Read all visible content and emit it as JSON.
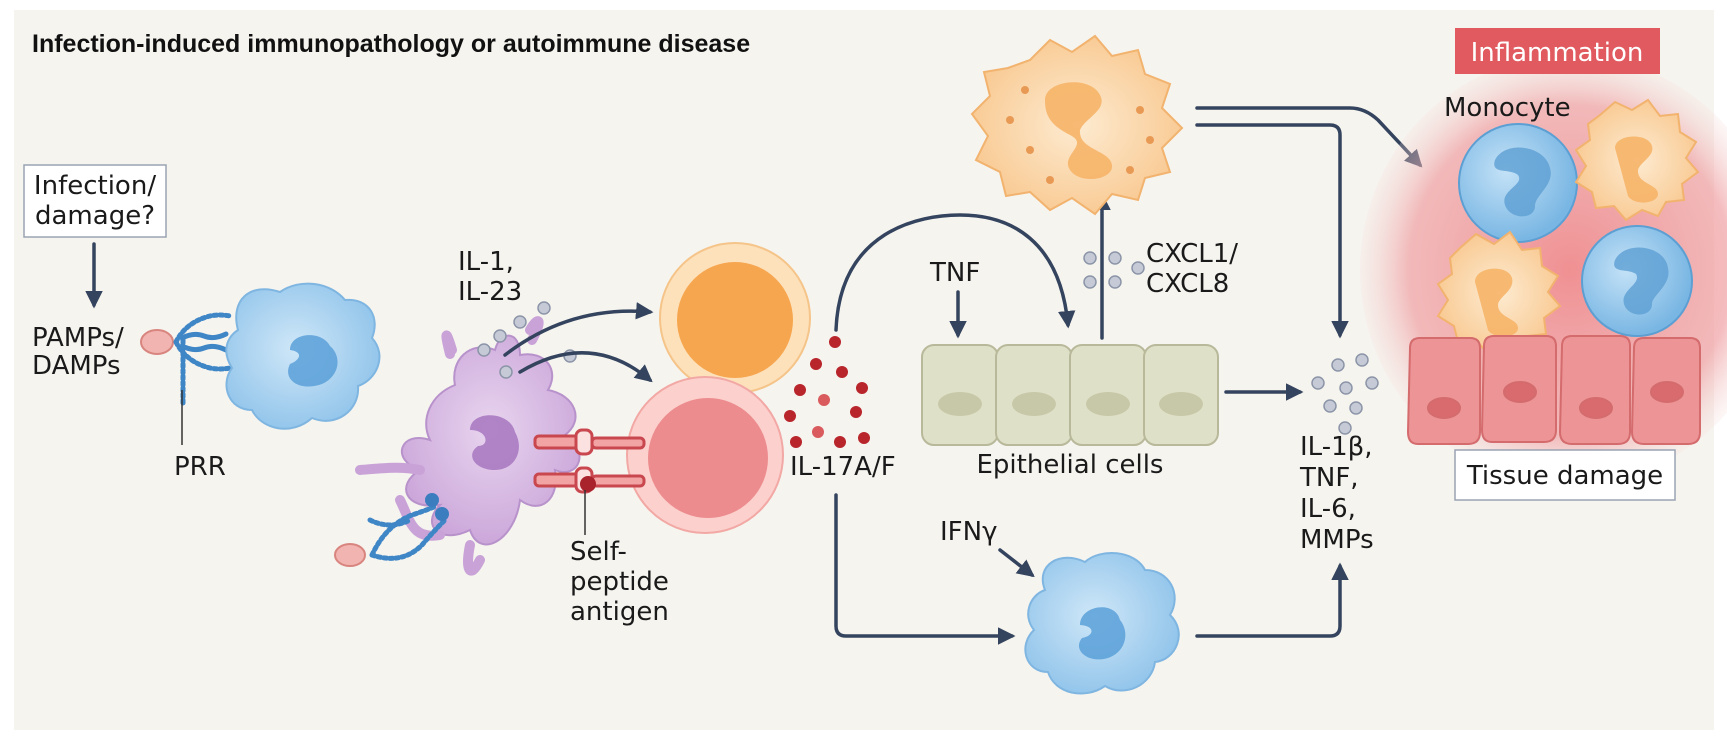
{
  "title": "Infection-induced immunopathology or autoimmune disease",
  "labels": {
    "infection_line1": "Infection/",
    "infection_line2": "damage?",
    "pamps_line1": "PAMPs/",
    "pamps_line2": "DAMPs",
    "prr": "PRR",
    "il1_line1": "IL-1,",
    "il1_line2": "IL-23",
    "self_line1": "Self-",
    "self_line2": "peptide",
    "self_line3": "antigen",
    "il17": "IL-17A/F",
    "tnf": "TNF",
    "cxcl_line1": "CXCL1/",
    "cxcl_line2": "CXCL8",
    "epithelial": "Epithelial cells",
    "ifng": "IFNγ",
    "out_line1": "IL-1β,",
    "out_line2": "TNF,",
    "out_line3": "IL-6,",
    "out_line4": "MMPs",
    "inflammation": "Inflammation",
    "monocyte": "Monocyte",
    "tissue_damage": "Tissue damage"
  },
  "colors": {
    "background": "#f6f4ef",
    "arrow": "#34445e",
    "macrophage": "#a9d3f2",
    "dendritic": "#d7b9e3",
    "th_orange": "#f7b064",
    "th_pink": "#f39a9a",
    "neutrophil": "#fbd39c",
    "epithelium": "#dedfc6",
    "inflammation_badge": "#e05a5f",
    "il17_dots": "#b8262c"
  }
}
